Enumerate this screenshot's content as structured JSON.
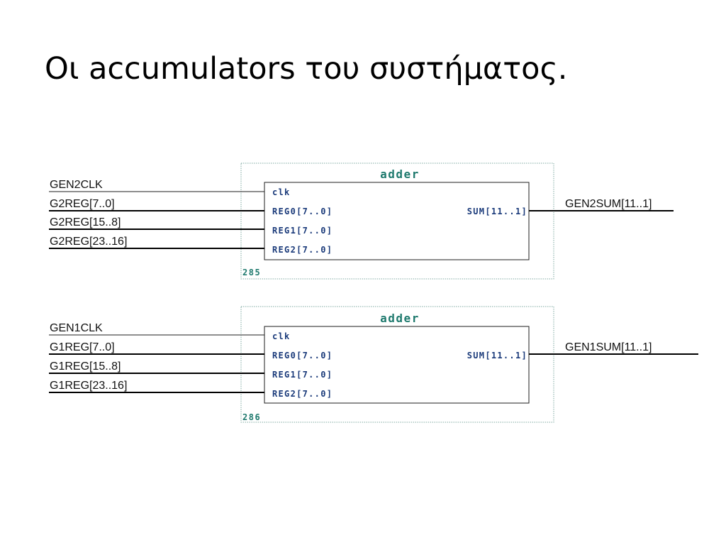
{
  "slide": {
    "title": "Οι accumulators του συστήματος."
  },
  "blocks": [
    {
      "name": "adder",
      "instance": "285",
      "clock_net": "GEN2CLK",
      "input_nets": [
        "G2REG[7..0]",
        "G2REG[15..8]",
        "G2REG[23..16]"
      ],
      "clock_pin": "clk",
      "input_pins": [
        "REG0[7..0]",
        "REG1[7..0]",
        "REG2[7..0]"
      ],
      "output_pin": "SUM[11..1]",
      "output_net": "GEN2SUM[11..1]"
    },
    {
      "name": "adder",
      "instance": "286",
      "clock_net": "GEN1CLK",
      "input_nets": [
        "G1REG[7..0]",
        "G1REG[15..8]",
        "G1REG[23..16]"
      ],
      "clock_pin": "clk",
      "input_pins": [
        "REG0[7..0]",
        "REG1[7..0]",
        "REG2[7..0]"
      ],
      "output_pin": "SUM[11..1]",
      "output_net": "GEN1SUM[11..1]"
    }
  ],
  "colors": {
    "block_name": "#1f7a6e",
    "pin_label": "#1a3a7a",
    "frame": "#7fa9a2",
    "wire": "#000000"
  }
}
